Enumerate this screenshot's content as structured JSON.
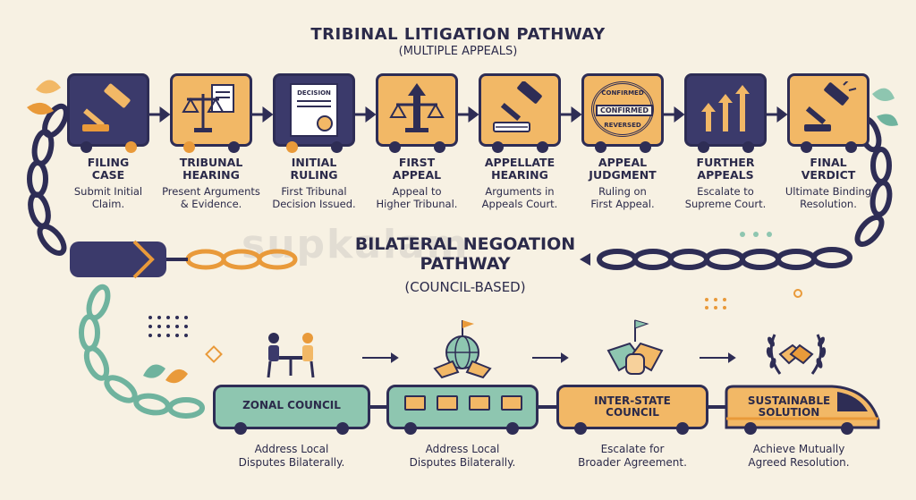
{
  "title": "TRIBINAL LITIGATION PATHWAY",
  "subtitle": "(MULTIPLE APPEALS)",
  "steps": [
    {
      "label": "FILING\nCASE",
      "desc": "Submit Initial\nClaim.",
      "icon": "gavel-icon",
      "style": "dark"
    },
    {
      "label": "TRIBUNAL\nHEARING",
      "desc": "Present Arguments\n& Evidence.",
      "icon": "scales-icon",
      "style": "light"
    },
    {
      "label": "INITIAL\nRULING",
      "desc": "First Tribunal\nDecision Issued.",
      "icon": "decision-document-icon",
      "style": "dark",
      "icon_text": "DECISION"
    },
    {
      "label": "FIRST\nAPPEAL",
      "desc": "Appeal to\nHigher Tribunal.",
      "icon": "up-arrow-scales-icon",
      "style": "light"
    },
    {
      "label": "APPELLATE\nHEARING",
      "desc": "Arguments in\nAppeals Court.",
      "icon": "gavel-book-icon",
      "style": "light"
    },
    {
      "label": "APPEAL\nJUDGMENT",
      "desc": "Ruling on\nFirst Appeal.",
      "icon": "confirmed-stamp-icon",
      "style": "light",
      "icon_text": "CONFIRMED",
      "stamp_top": "CONFIRMED",
      "stamp_bottom": "REVERSED"
    },
    {
      "label": "FURTHER\nAPPEALS",
      "desc": "Escalate to\nSupreme Court.",
      "icon": "up-arrows-icon",
      "style": "dark"
    },
    {
      "label": "FINAL\nVERDICT",
      "desc": "Ultimate Binding\nResolution.",
      "icon": "gavel-strike-icon",
      "style": "light"
    }
  ],
  "middle": {
    "title": "BILATERAL NEGOATION\nPATHWAY",
    "subtitle": "(COUNCIL-BASED)"
  },
  "watermark": "supkalam",
  "train": [
    {
      "label": "ZONAL COUNCIL",
      "desc": "Address Local\nDisputes Bilaterally.",
      "icon": "meeting-people-icon",
      "color": "teal"
    },
    {
      "label": "",
      "desc": "Address Local\nDisputes Bilaterally.",
      "icon": "globe-hands-icon",
      "color": "teal"
    },
    {
      "label": "INTER-STATE\nCOUNCIL",
      "desc": "Escalate for\nBroader Agreement.",
      "icon": "joined-hands-flag-icon",
      "color": "orange"
    },
    {
      "label": "SUSTAINABLE\nSOLUTION",
      "desc": "Achieve Mutually\nAgreed Resolution.",
      "icon": "handshake-laurel-icon",
      "color": "orange"
    }
  ],
  "colors": {
    "navy": "#2e2d55",
    "orange": "#f2b866",
    "teal": "#8ec6b0",
    "background": "#f7f1e3"
  }
}
